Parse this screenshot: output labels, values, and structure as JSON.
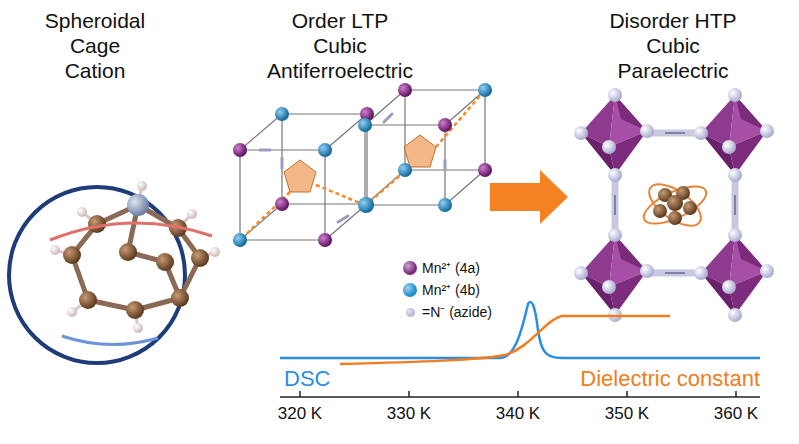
{
  "diagram": {
    "labels": [
      "Spheroidal Cage Cation",
      "Order LTP Cubic Antiferroelectric",
      "Disorder HTP Cubic Paraelectric",
      "DSC",
      "Dielectric constant",
      "320 K",
      "330 K",
      "340 K",
      "350 K",
      "360 K"
    ],
    "legend": [
      {
        "text": "Mn²⁺ (4a)",
        "color": "#7d2a7e"
      },
      {
        "text": "Mn²⁺ (4b)",
        "color": "#1f8fd0"
      },
      {
        "text": "=N⁻ (azide)",
        "color": "#b7b9d6"
      }
    ]
  }
}
